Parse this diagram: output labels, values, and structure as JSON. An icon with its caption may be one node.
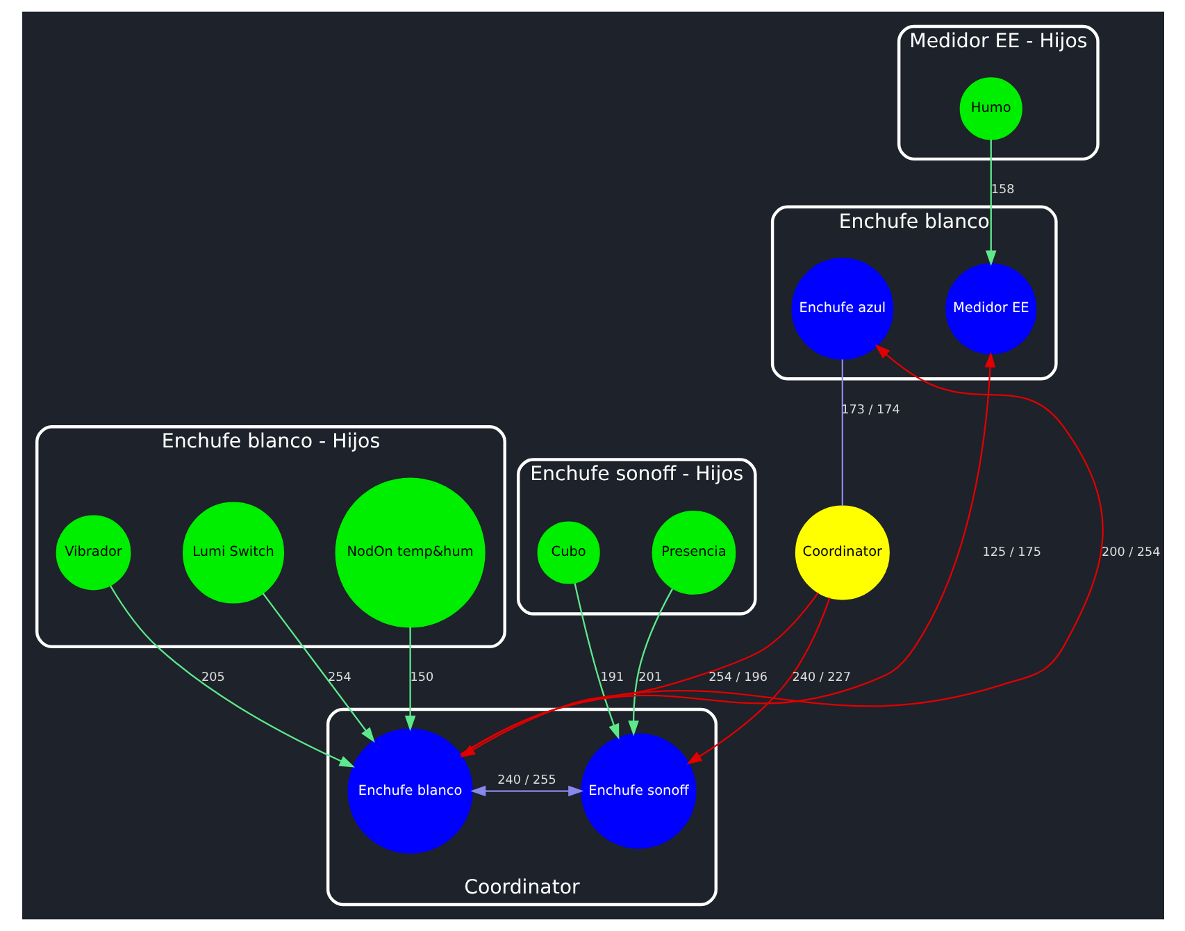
{
  "diagram": {
    "nodes": [
      {
        "text": [
          "Enchufe blanco"
        ]
      },
      {
        "text": [
          "Medidor EE"
        ],
        "in": 0
      },
      {
        "text": [
          "Enchufe azul"
        ],
        "in": 0
      },
      {
        "text": [
          "Medidor EE - Hijos"
        ]
      },
      {
        "text": [
          "Humo"
        ],
        "in": 3
      },
      {
        "text": [
          "Enchufe blanco - Hijos"
        ]
      },
      {
        "text": [
          "NodOn temp&hum"
        ],
        "in": 5
      },
      {
        "text": [
          "Vibrador"
        ],
        "in": 5
      },
      {
        "text": [
          "Lumi Switch"
        ],
        "in": 5
      },
      {
        "text": [
          "Enchufe sonoff - Hijos"
        ]
      },
      {
        "text": [
          "Cubo"
        ],
        "in": 9
      },
      {
        "text": [
          "Presencia"
        ],
        "in": 9
      },
      {
        "text": [
          "Coordinator"
        ]
      },
      {
        "text": [
          "Enchufe blanco"
        ],
        "in": 12
      },
      {
        "text": [
          "Enchufe sonoff"
        ],
        "in": 12
      },
      {
        "text": [
          "Coordinator"
        ]
      }
    ],
    "edges": [
      {
        "from": 4,
        "to": 1,
        "arrow": "to",
        "label": "158"
      },
      {
        "from": 13,
        "to": 1,
        "arrow": "to",
        "label": "125 / 175",
        "color": "#e00000"
      },
      {
        "from": 13,
        "to": 2,
        "arrow": "to",
        "label": "200 / 254",
        "color": "#e00000"
      },
      {
        "from": 2,
        "to": 15,
        "arrow": "none",
        "label": "173 / 174",
        "color": "#8888ee"
      },
      {
        "from": 6,
        "to": 13,
        "arrow": "to",
        "label": "150"
      },
      {
        "from": 8,
        "to": 13,
        "arrow": "to",
        "label": "254"
      },
      {
        "from": 7,
        "to": 13,
        "arrow": "to",
        "label": "205"
      },
      {
        "from": 10,
        "to": 14,
        "arrow": "to",
        "label": "191"
      },
      {
        "from": 11,
        "to": 14,
        "arrow": "to",
        "label": "201"
      },
      {
        "from": 14,
        "to": 13,
        "arrow": "both",
        "label": "240 / 255",
        "color": "#8888ee"
      },
      {
        "from": 15,
        "to": 13,
        "arrow": "to",
        "label": "254 / 196",
        "color": "#e00000"
      },
      {
        "from": 15,
        "to": 14,
        "arrow": "to",
        "label": "240 / 227",
        "color": "#e00000"
      }
    ]
  }
}
